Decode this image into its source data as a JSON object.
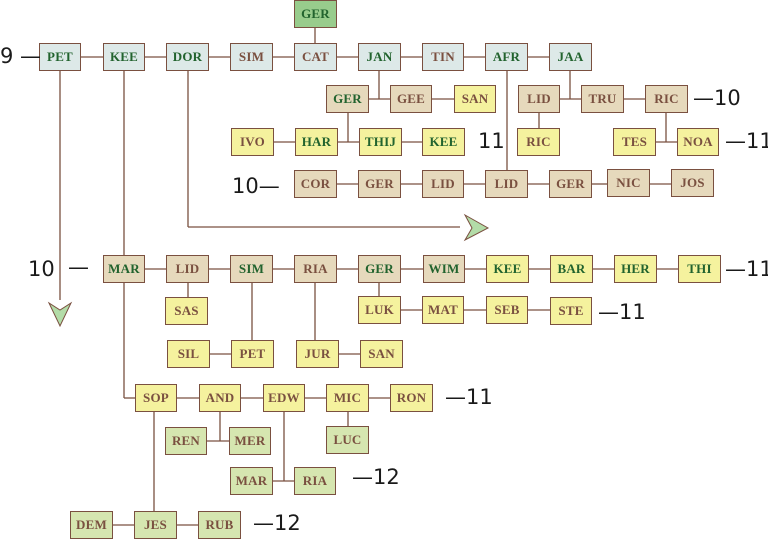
{
  "colors": {
    "bluegray": "#dde9e8",
    "tan": "#e6d9bc",
    "yellow": "#f5f29e",
    "lightgreen": "#d6e6b0",
    "green": "#98cc8c",
    "border": "#7a5040",
    "text_green": "#22632e",
    "text_brown": "#7a5040",
    "arrow_fill": "#b3dca8"
  },
  "nodes": [
    {
      "label": "GER",
      "fill": "green",
      "text": "text_green"
    },
    {
      "label": "PET",
      "fill": "bluegray",
      "text": "text_green"
    },
    {
      "label": "KEE",
      "fill": "bluegray",
      "text": "text_green"
    },
    {
      "label": "DOR",
      "fill": "bluegray",
      "text": "text_green"
    },
    {
      "label": "SIM",
      "fill": "bluegray",
      "text": "text_brown"
    },
    {
      "label": "CAT",
      "fill": "bluegray",
      "text": "text_brown"
    },
    {
      "label": "JAN",
      "fill": "bluegray",
      "text": "text_green"
    },
    {
      "label": "TIN",
      "fill": "bluegray",
      "text": "text_brown"
    },
    {
      "label": "AFR",
      "fill": "bluegray",
      "text": "text_green"
    },
    {
      "label": "JAA",
      "fill": "bluegray",
      "text": "text_green"
    },
    {
      "label": "GER",
      "fill": "tan",
      "text": "text_green"
    },
    {
      "label": "GEE",
      "fill": "tan",
      "text": "text_brown"
    },
    {
      "label": "SAN",
      "fill": "yellow",
      "text": "text_brown"
    },
    {
      "label": "LID",
      "fill": "tan",
      "text": "text_brown"
    },
    {
      "label": "TRU",
      "fill": "tan",
      "text": "text_brown"
    },
    {
      "label": "RIC",
      "fill": "tan",
      "text": "text_brown"
    },
    {
      "label": "IVO",
      "fill": "yellow",
      "text": "text_brown"
    },
    {
      "label": "HAR",
      "fill": "yellow",
      "text": "text_green"
    },
    {
      "label": "THIJ",
      "fill": "yellow",
      "text": "text_green"
    },
    {
      "label": "KEE",
      "fill": "yellow",
      "text": "text_green"
    },
    {
      "label": "RIC",
      "fill": "yellow",
      "text": "text_brown"
    },
    {
      "label": "TES",
      "fill": "yellow",
      "text": "text_brown"
    },
    {
      "label": "NOA",
      "fill": "yellow",
      "text": "text_brown"
    },
    {
      "label": "COR",
      "fill": "tan",
      "text": "text_brown"
    },
    {
      "label": "GER",
      "fill": "tan",
      "text": "text_brown"
    },
    {
      "label": "LID",
      "fill": "tan",
      "text": "text_brown"
    },
    {
      "label": "LID",
      "fill": "tan",
      "text": "text_brown"
    },
    {
      "label": "GER",
      "fill": "tan",
      "text": "text_brown"
    },
    {
      "label": "NIC",
      "fill": "tan",
      "text": "text_brown"
    },
    {
      "label": "JOS",
      "fill": "tan",
      "text": "text_brown"
    },
    {
      "label": "MAR",
      "fill": "tan",
      "text": "text_green"
    },
    {
      "label": "LID",
      "fill": "tan",
      "text": "text_brown"
    },
    {
      "label": "SIM",
      "fill": "tan",
      "text": "text_green"
    },
    {
      "label": "RIA",
      "fill": "tan",
      "text": "text_brown"
    },
    {
      "label": "GER",
      "fill": "tan",
      "text": "text_green"
    },
    {
      "label": "WIM",
      "fill": "tan",
      "text": "text_green"
    },
    {
      "label": "KEE",
      "fill": "yellow",
      "text": "text_green"
    },
    {
      "label": "BAR",
      "fill": "yellow",
      "text": "text_green"
    },
    {
      "label": "HER",
      "fill": "yellow",
      "text": "text_green"
    },
    {
      "label": "THI",
      "fill": "yellow",
      "text": "text_green"
    },
    {
      "label": "SAS",
      "fill": "yellow",
      "text": "text_brown"
    },
    {
      "label": "LUK",
      "fill": "yellow",
      "text": "text_brown"
    },
    {
      "label": "MAT",
      "fill": "yellow",
      "text": "text_brown"
    },
    {
      "label": "SEB",
      "fill": "yellow",
      "text": "text_brown"
    },
    {
      "label": "STE",
      "fill": "yellow",
      "text": "text_brown"
    },
    {
      "label": "SIL",
      "fill": "yellow",
      "text": "text_brown"
    },
    {
      "label": "PET",
      "fill": "yellow",
      "text": "text_brown"
    },
    {
      "label": "JUR",
      "fill": "yellow",
      "text": "text_brown"
    },
    {
      "label": "SAN",
      "fill": "yellow",
      "text": "text_brown"
    },
    {
      "label": "SOP",
      "fill": "yellow",
      "text": "text_brown"
    },
    {
      "label": "AND",
      "fill": "yellow",
      "text": "text_brown"
    },
    {
      "label": "EDW",
      "fill": "yellow",
      "text": "text_brown"
    },
    {
      "label": "MIC",
      "fill": "yellow",
      "text": "text_brown"
    },
    {
      "label": "RON",
      "fill": "yellow",
      "text": "text_brown"
    },
    {
      "label": "REN",
      "fill": "lightgreen",
      "text": "text_brown"
    },
    {
      "label": "MER",
      "fill": "lightgreen",
      "text": "text_brown"
    },
    {
      "label": "LUC",
      "fill": "lightgreen",
      "text": "text_brown"
    },
    {
      "label": "MAR",
      "fill": "lightgreen",
      "text": "text_brown"
    },
    {
      "label": "RIA",
      "fill": "lightgreen",
      "text": "text_brown"
    },
    {
      "label": "DEM",
      "fill": "lightgreen",
      "text": "text_brown"
    },
    {
      "label": "JES",
      "fill": "lightgreen",
      "text": "text_brown"
    },
    {
      "label": "RUB",
      "fill": "lightgreen",
      "text": "text_brown"
    }
  ],
  "generation_labels": [
    {
      "text": "9 —"
    },
    {
      "text": "—10"
    },
    {
      "text": "11"
    },
    {
      "text": "—11"
    },
    {
      "text": "10—"
    },
    {
      "text": "10"
    },
    {
      "text": "—"
    },
    {
      "text": "—11"
    },
    {
      "text": "—11"
    },
    {
      "text": "—11"
    },
    {
      "text": "—12"
    },
    {
      "text": "—12"
    }
  ]
}
